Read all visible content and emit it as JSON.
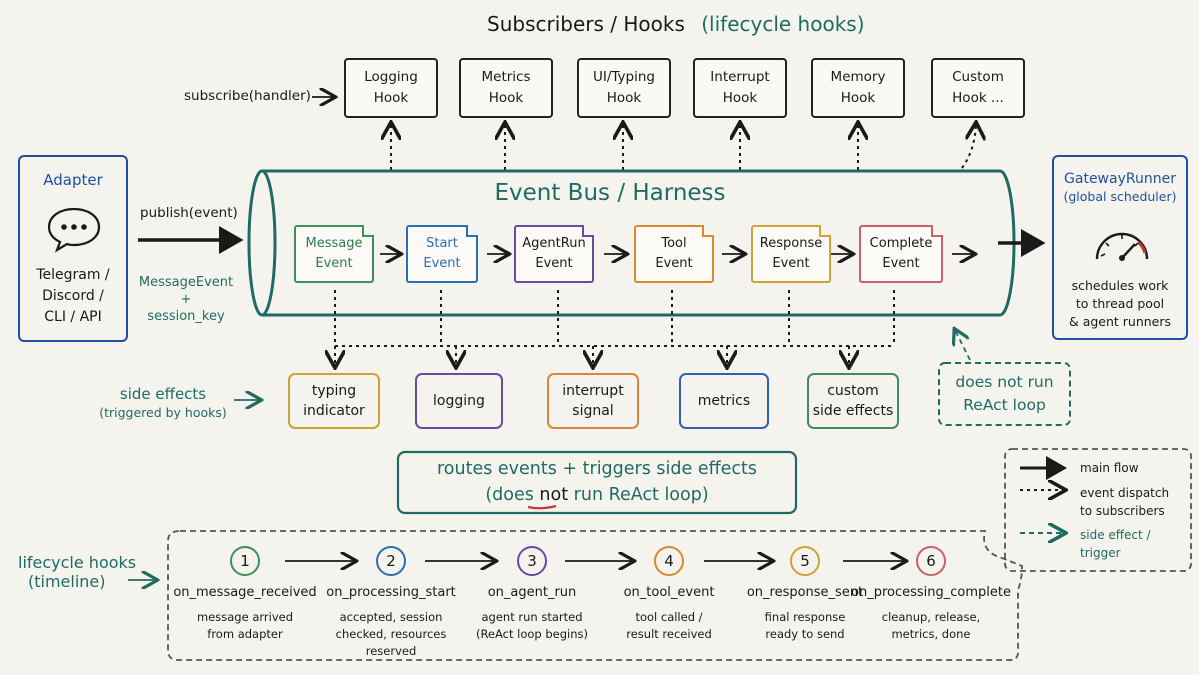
{
  "header": {
    "title": "Subscribers / Hooks",
    "subtitle": "(lifecycle hooks)"
  },
  "subscribe_label": "subscribe(handler)",
  "hooks": [
    {
      "label": "Logging\nHook"
    },
    {
      "label": "Metrics\nHook"
    },
    {
      "label": "UI/Typing\nHook"
    },
    {
      "label": "Interrupt\nHook"
    },
    {
      "label": "Memory\nHook"
    },
    {
      "label": "Custom\nHook ..."
    }
  ],
  "adapter": {
    "title": "Adapter",
    "channels": "Telegram /\nDiscord /\nCLI / API",
    "icon": "chat-bubble-icon"
  },
  "publish_label": "publish(event)",
  "message_event_label": "MessageEvent\n+\nsession_key",
  "bus": {
    "title": "Event Bus / Harness"
  },
  "events": [
    {
      "label": "Message\nEvent",
      "color": "#3f8f5a"
    },
    {
      "label": "Start\nEvent",
      "color": "#2a6fb0"
    },
    {
      "label": "AgentRun\nEvent",
      "color": "#6a4aa0"
    },
    {
      "label": "Tool\nEvent",
      "color": "#d98a2b"
    },
    {
      "label": "Response\nEvent",
      "color": "#d1a23a"
    },
    {
      "label": "Complete\nEvent",
      "color": "#c9606a"
    }
  ],
  "gateway": {
    "title": "GatewayRunner",
    "subtitle": "(global scheduler)",
    "desc": "schedules work\nto thread pool\n& agent runners",
    "icon": "gauge-icon"
  },
  "side_effects_label": {
    "line1": "side effects",
    "line2": "(triggered by hooks)"
  },
  "side_effects": [
    {
      "label": "typing\nindicator",
      "color": "#c9a437"
    },
    {
      "label": "logging",
      "color": "#6a4aa0"
    },
    {
      "label": "interrupt\nsignal",
      "color": "#d9853a"
    },
    {
      "label": "metrics",
      "color": "#2f63b0"
    },
    {
      "label": "custom\nside effects",
      "color": "#3f8f5a"
    }
  ],
  "no_react_box": "does not run\nReAct loop",
  "routes_box": {
    "line1": "routes events + triggers side effects",
    "line2_pre": "(does ",
    "line2_emph": "not",
    "line2_post": " run ReAct loop)"
  },
  "legend": [
    {
      "label": "main flow"
    },
    {
      "label": "event dispatch\nto subscribers"
    },
    {
      "label": "side effect /\ntrigger"
    }
  ],
  "timeline_label": {
    "line1": "lifecycle hooks",
    "line2": "(timeline)"
  },
  "steps": [
    {
      "num": "1",
      "name": "on_message_received",
      "desc": "message arrived\nfrom adapter",
      "color": "#3f8f5a"
    },
    {
      "num": "2",
      "name": "on_processing_start",
      "desc": "accepted, session\nchecked, resources\nreserved",
      "color": "#2a6fb0"
    },
    {
      "num": "3",
      "name": "on_agent_run",
      "desc": "agent run started\n(ReAct loop begins)",
      "color": "#6a4aa0"
    },
    {
      "num": "4",
      "name": "on_tool_event",
      "desc": "tool called /\nresult received",
      "color": "#d98a2b"
    },
    {
      "num": "5",
      "name": "on_response_sent",
      "desc": "final response\nready to send",
      "color": "#c9a437"
    },
    {
      "num": "6",
      "name": "on_processing_complete",
      "desc": "cleanup, release,\nmetrics, done",
      "color": "#c9606a"
    }
  ],
  "colors": {
    "teal": "#1f6b63",
    "blue": "#1f4f9e",
    "ink": "#1a1a1a"
  }
}
